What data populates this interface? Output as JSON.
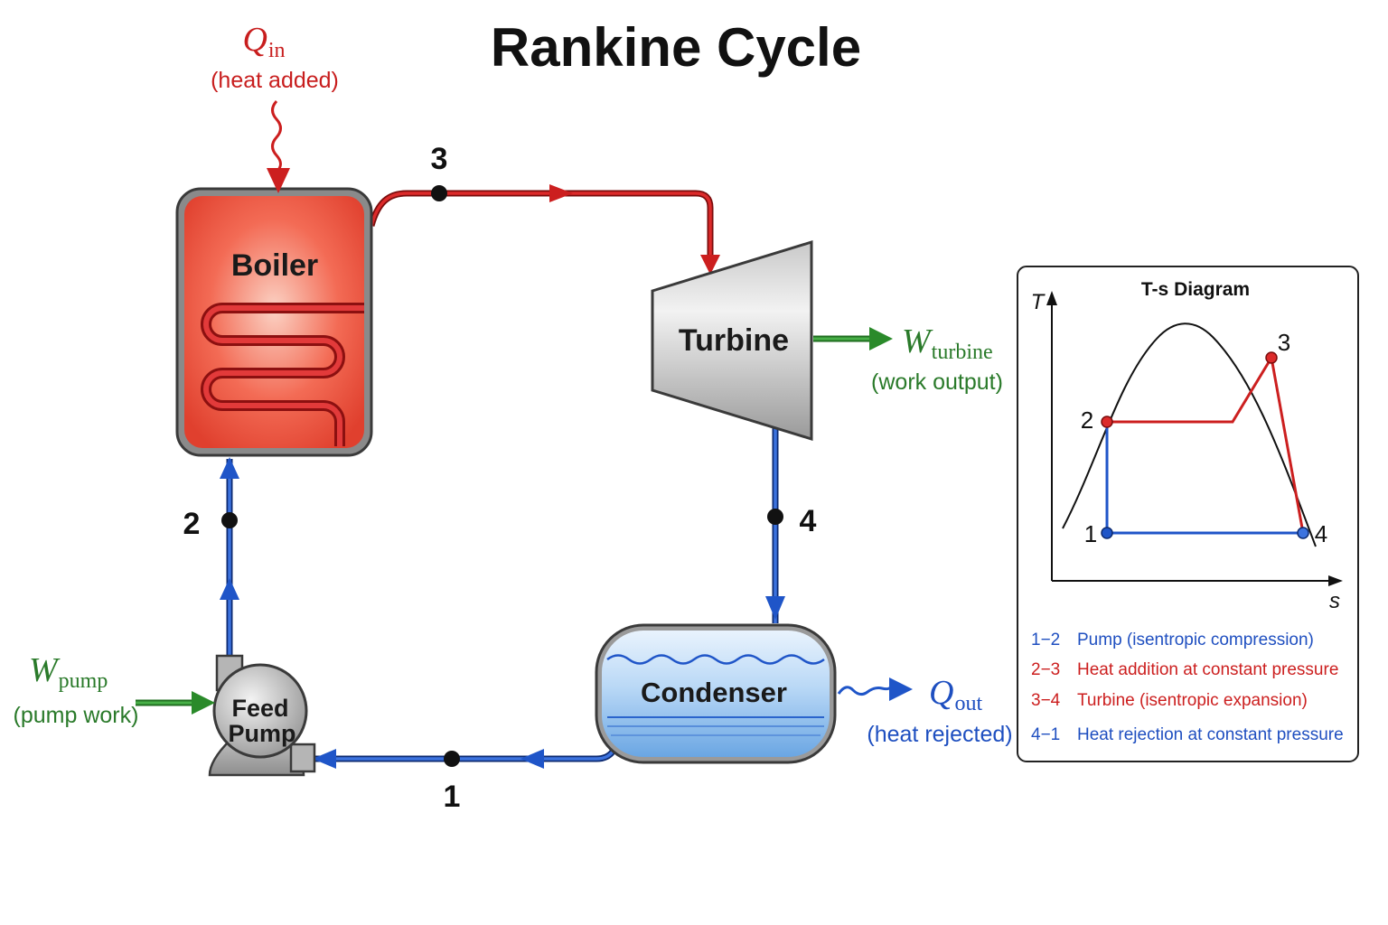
{
  "title": "Rankine Cycle",
  "colors": {
    "hot": "#cc1f1f",
    "cold": "#1f55c8",
    "work": "#2a8a2a",
    "heat_in_text": "#c81e1e",
    "heat_out_text": "#1e4fc0",
    "work_text": "#2a7a2a"
  },
  "components": {
    "boiler": "Boiler",
    "turbine": "Turbine",
    "condenser": "Condenser",
    "pump_line1": "Feed",
    "pump_line2": "Pump"
  },
  "states": [
    "1",
    "2",
    "3",
    "4"
  ],
  "energy": {
    "q_in_symbol": "Q",
    "q_in_sub": "in",
    "q_in_note": "(heat added)",
    "w_turbine_symbol": "W",
    "w_turbine_sub": "turbine",
    "w_turbine_note": "(work output)",
    "w_pump_symbol": "W",
    "w_pump_sub": "pump",
    "w_pump_note": "(pump work)",
    "q_out_symbol": "Q",
    "q_out_sub": "out",
    "q_out_note": "(heat rejected)"
  },
  "ts_diagram": {
    "title": "T-s Diagram",
    "y_axis": "T",
    "x_axis": "s",
    "point_labels": [
      "1",
      "2",
      "3",
      "4"
    ],
    "legend": [
      {
        "code": "1−2",
        "text": "Pump (isentropic compression)",
        "color": "#1f4fc0"
      },
      {
        "code": "2−3",
        "text": "Heat addition at constant pressure",
        "color": "#cc1f1f"
      },
      {
        "code": "3−4",
        "text": "Turbine (isentropic expansion)",
        "color": "#cc1f1f"
      },
      {
        "code": "4−1",
        "text": "Heat rejection at constant pressure",
        "color": "#1f4fc0"
      }
    ]
  }
}
